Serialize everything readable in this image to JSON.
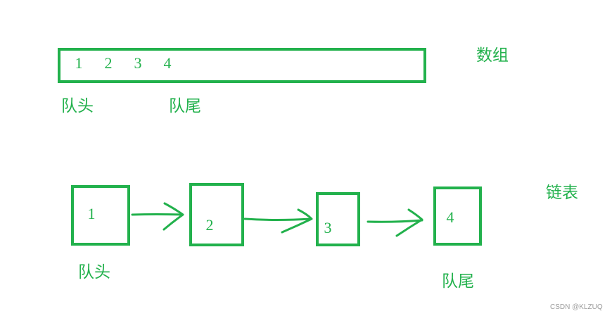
{
  "colors": {
    "stroke": "#22b14c",
    "watermark": "#9a9a9a"
  },
  "array_section": {
    "label": "数组",
    "items": [
      "1",
      "2",
      "3",
      "4"
    ],
    "head_label": "队头",
    "tail_label": "队尾"
  },
  "linked_list_section": {
    "label": "链表",
    "nodes": [
      "1",
      "2",
      "3",
      "4"
    ],
    "head_label": "队头",
    "tail_label": "队尾"
  },
  "watermark": "CSDN @KLZUQ"
}
